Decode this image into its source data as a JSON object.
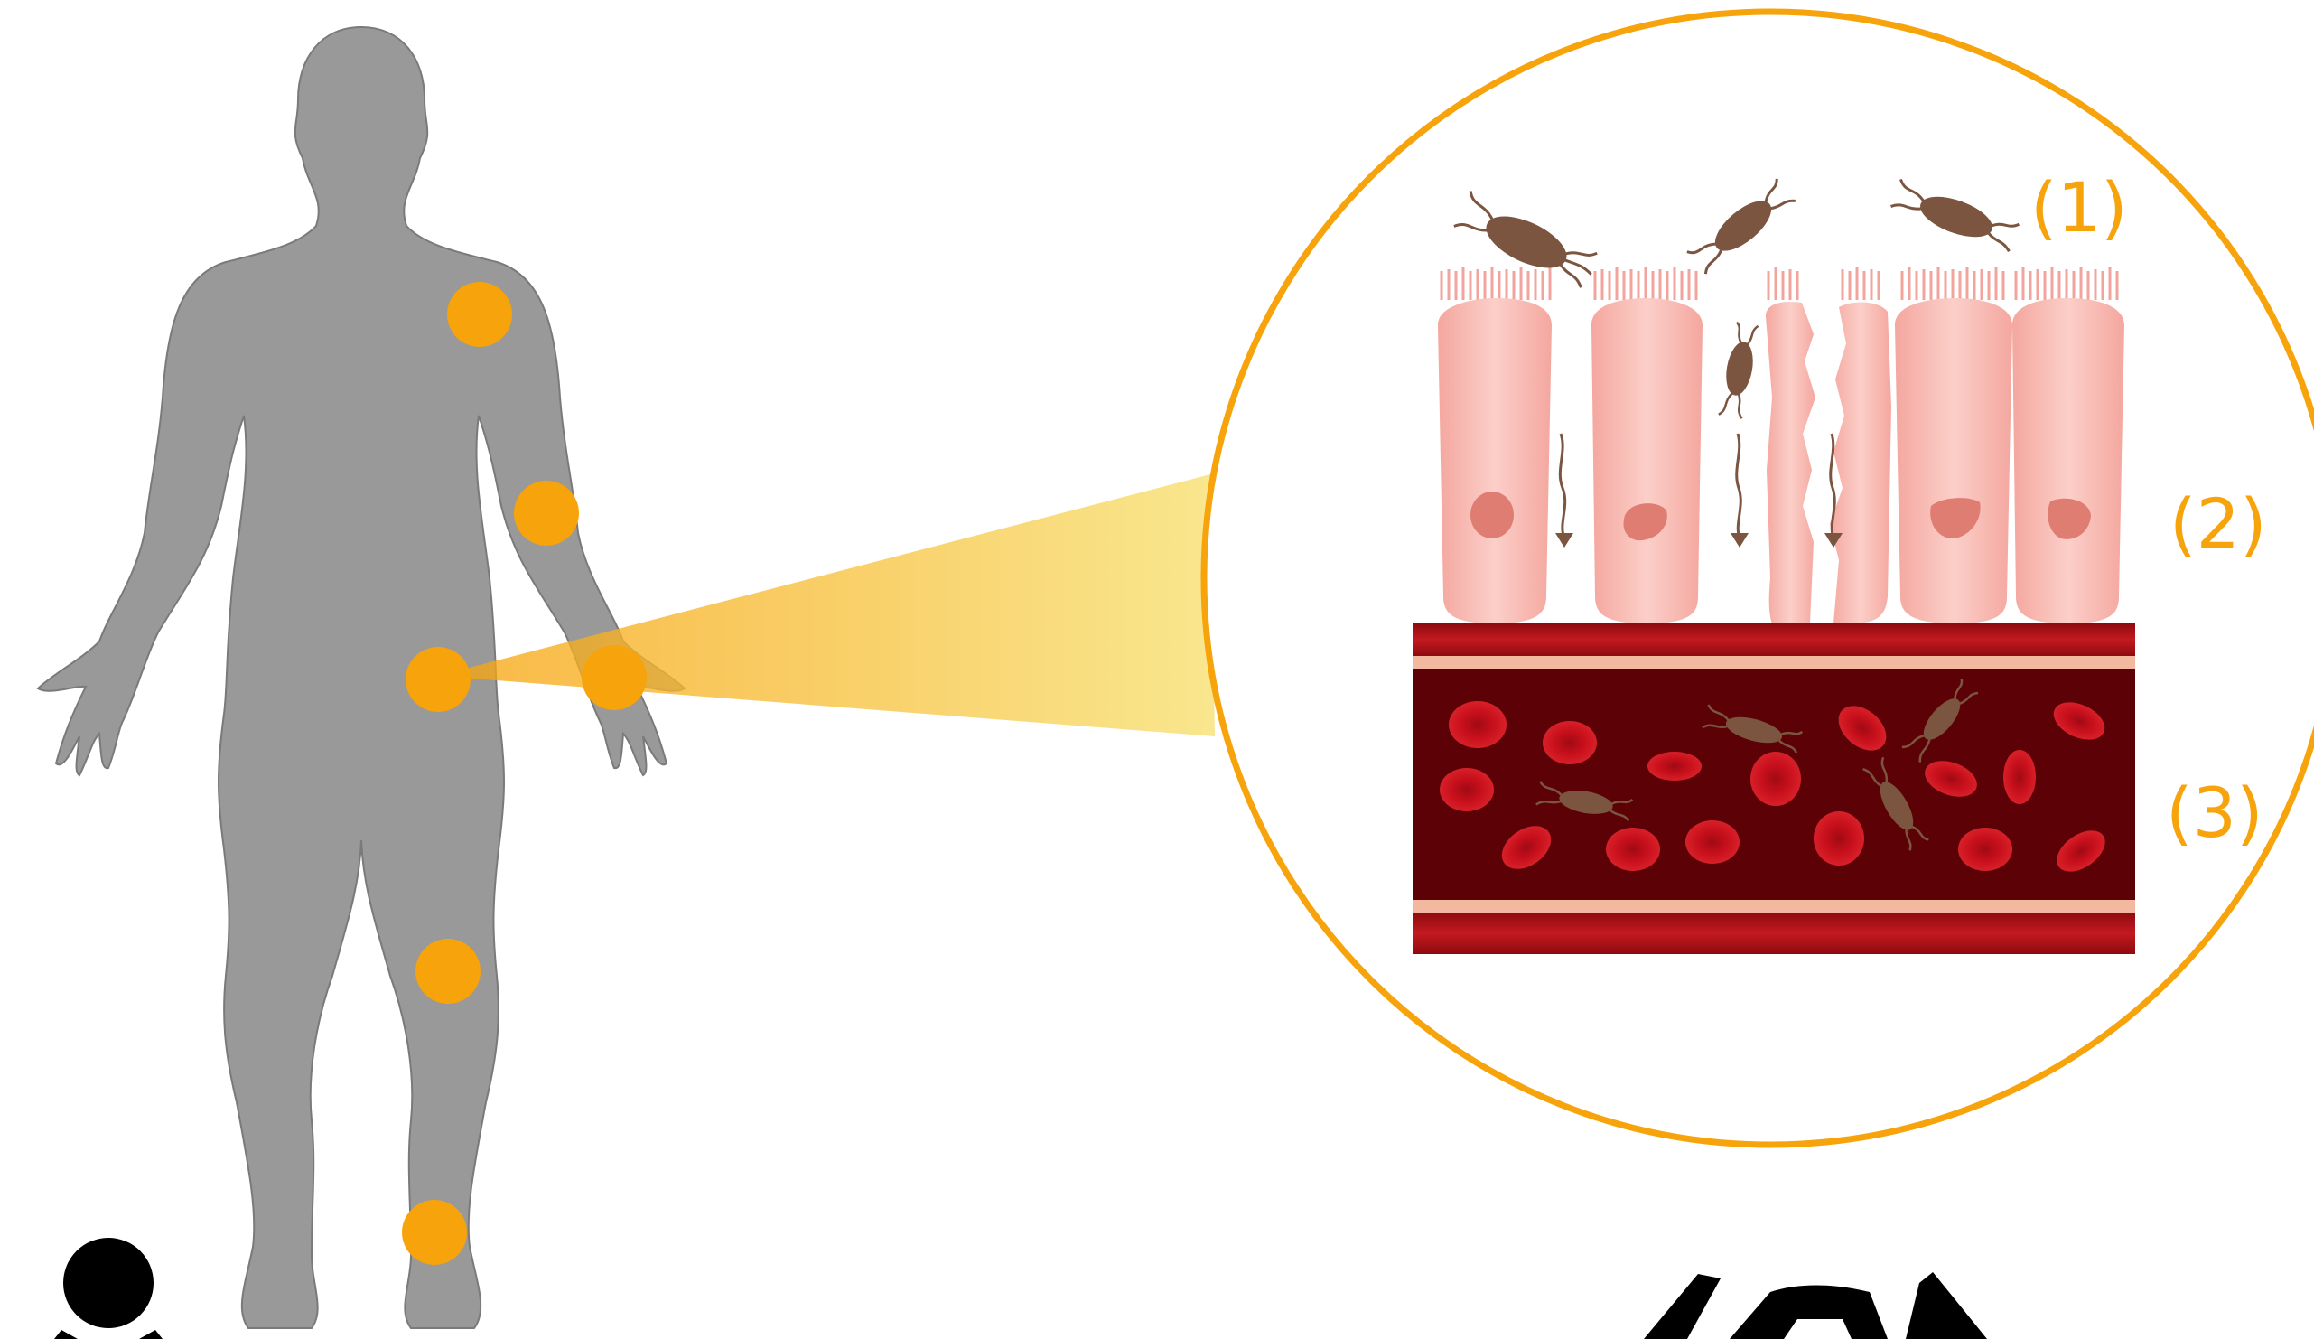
{
  "labels": {
    "layer1": "(1)",
    "layer2": "(2)",
    "layer3": "(3)"
  },
  "icons": [
    "human-body-silhouette-icon",
    "bacterium-icon",
    "red-blood-cell-icon",
    "person-icon",
    "handshake-icon"
  ],
  "colors": {
    "accent": "#F7A30B",
    "body": "#999999",
    "cell": "#F7B7AE",
    "nucleus": "#E07D72",
    "vessel": "#A30E12",
    "blood": "#5C0206",
    "rbc": "#C8101C",
    "bacterium": "#7B5540"
  }
}
